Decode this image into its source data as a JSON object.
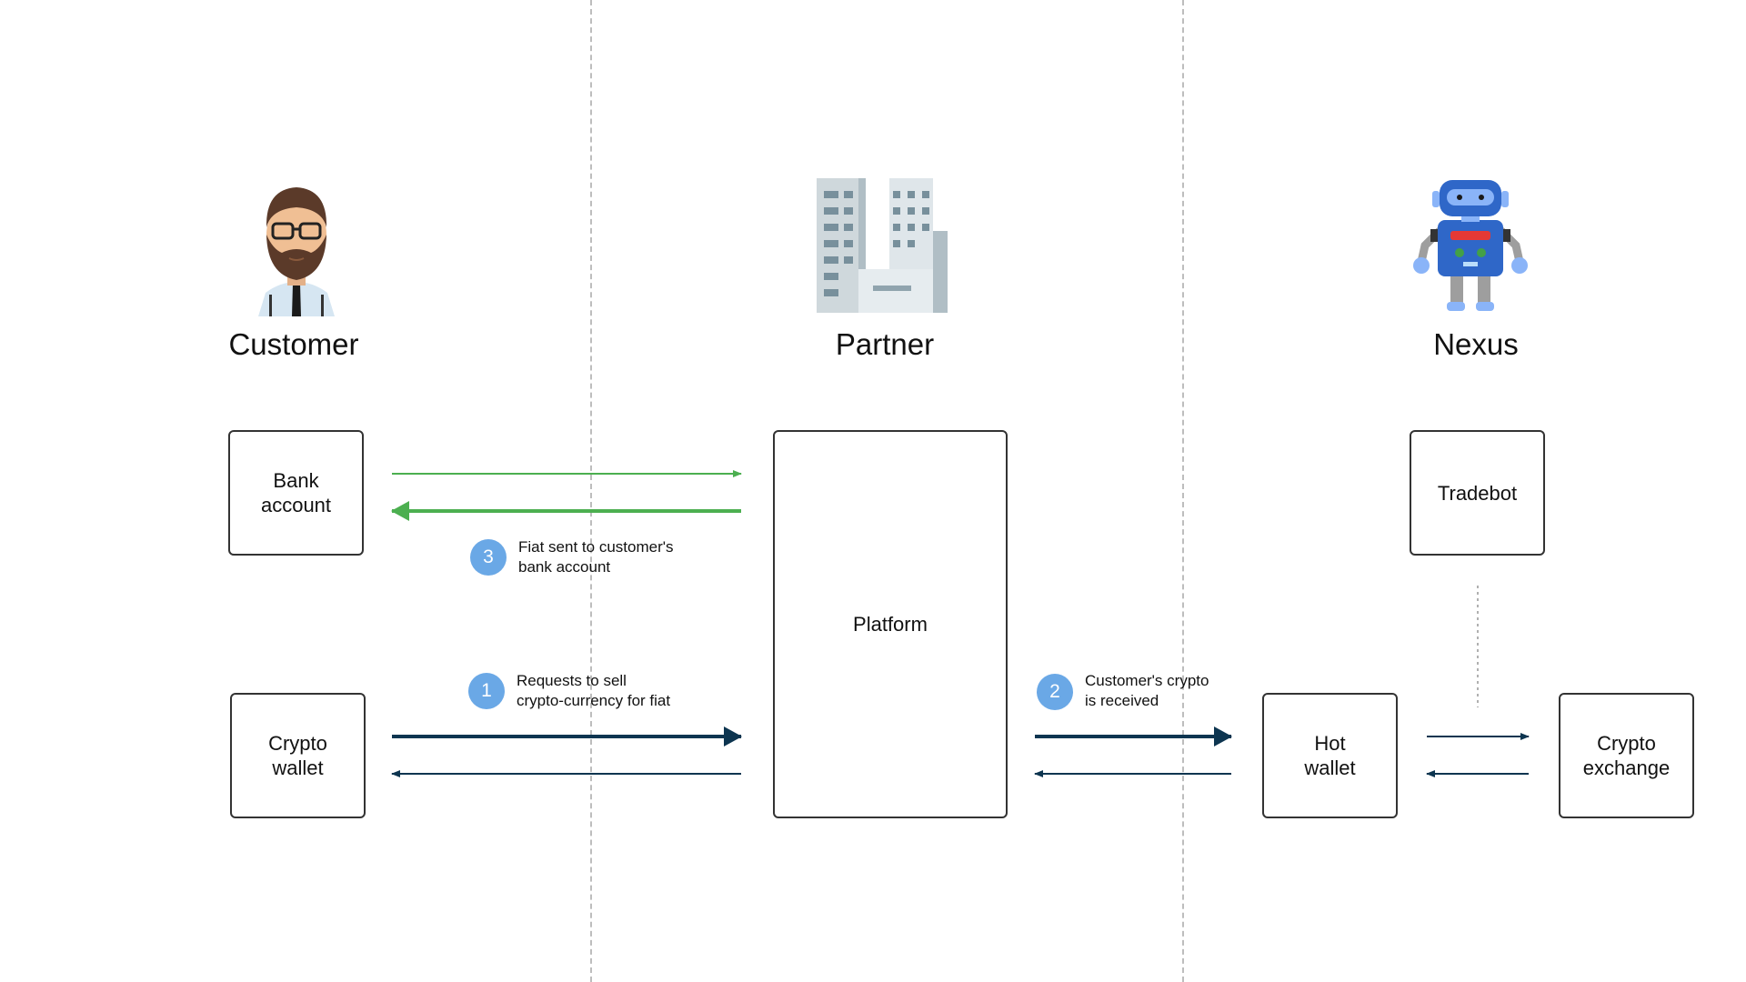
{
  "actors": {
    "customer": "Customer",
    "partner": "Partner",
    "nexus": "Nexus"
  },
  "boxes": {
    "bank_account": "Bank\naccount",
    "crypto_wallet": "Crypto\nwallet",
    "platform": "Platform",
    "tradebot": "Tradebot",
    "hot_wallet": "Hot\nwallet",
    "crypto_exchange": "Crypto\nexchange"
  },
  "steps": [
    {
      "number": "1",
      "text": "Requests to sell\ncrypto-currency for fiat"
    },
    {
      "number": "2",
      "text": "Customer's crypto\nis received"
    },
    {
      "number": "3",
      "text": "Fiat sent to customer's\nbank account"
    }
  ],
  "colors": {
    "fiat_arrow": "#4caf50",
    "crypto_arrow": "#0d3550",
    "badge": "#6aa8e6",
    "divider": "#bdbdbd"
  },
  "icons": {
    "customer": "bearded-man-icon",
    "partner": "office-building-icon",
    "nexus": "robot-icon"
  }
}
